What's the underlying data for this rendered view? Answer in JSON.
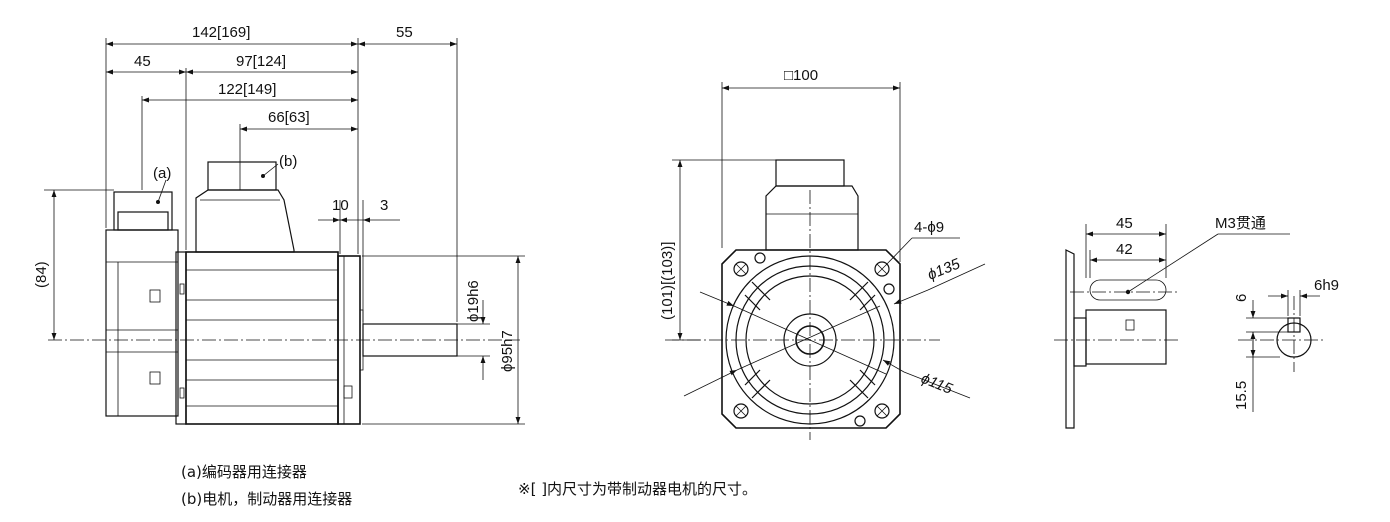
{
  "side_view": {
    "dims": {
      "overall_length": "142[169]",
      "shaft_length": "55",
      "encoder_len": "45",
      "body_length": "97[124]",
      "to_encoder_conn": "122[149]",
      "to_motor_conn": "66[63]",
      "flange_thick": "10",
      "spigot": "3",
      "height_84": "(84)",
      "shaft_dia": "ϕ19h6",
      "spigot_dia": "ϕ95h7"
    },
    "callouts": {
      "a": "(a)",
      "b": "(b)"
    }
  },
  "front_view": {
    "dims": {
      "flange_square": "□100",
      "height_101": "(101)[(103)]",
      "holes": "4-ϕ9",
      "pcd": "ϕ135",
      "flange_circle": "ϕ115"
    }
  },
  "shaft_view": {
    "dims": {
      "len45": "45",
      "len42": "42",
      "tap": "M3贯通",
      "key_w": "6h9",
      "key_h": "6",
      "key_depth": "15.5"
    }
  },
  "legend": {
    "a": "(a)编码器用连接器",
    "b": "(b)电机，制动器用连接器"
  },
  "footnote": "※[ ]内尺寸为带制动器电机的尺寸。"
}
